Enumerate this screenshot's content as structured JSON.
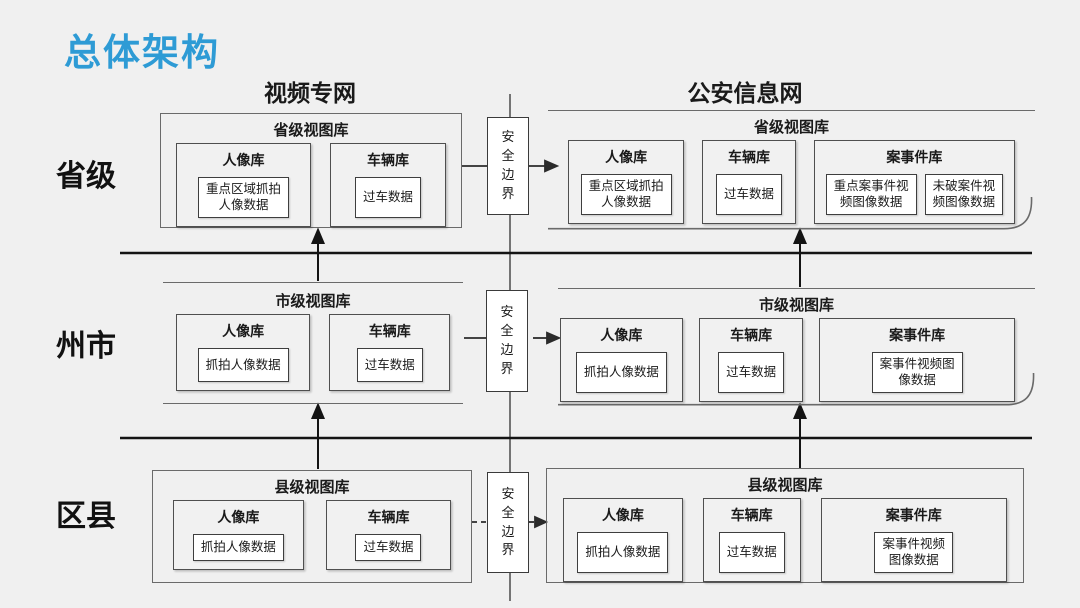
{
  "page": {
    "title": "总体架构"
  },
  "theme": {
    "accent": "#2E9BD5",
    "bg": "#F0F0F0",
    "ink": "#1A1A1A"
  },
  "headers": {
    "video_network": "视频专网",
    "police_network": "公安信息网"
  },
  "security_boundary_label": "安全边界",
  "levels": [
    {
      "row_label": "省级",
      "video_net": {
        "title": "省级视图库",
        "boxes": [
          {
            "title": "人像库",
            "items": [
              {
                "lines": [
                  "重点区域抓拍",
                  "人像数据"
                ]
              }
            ]
          },
          {
            "title": "车辆库",
            "items": [
              {
                "lines": [
                  "过车数据"
                ]
              }
            ]
          }
        ]
      },
      "police_net": {
        "title": "省级视图库",
        "boxes": [
          {
            "title": "人像库",
            "items": [
              {
                "lines": [
                  "重点区域抓拍",
                  "人像数据"
                ]
              }
            ]
          },
          {
            "title": "车辆库",
            "items": [
              {
                "lines": [
                  "过车数据"
                ]
              }
            ]
          },
          {
            "title": "案事件库",
            "items": [
              {
                "lines": [
                  "重点案事件视",
                  "频图像数据"
                ]
              },
              {
                "lines": [
                  "未破案件视",
                  "频图像数据"
                ]
              }
            ]
          }
        ]
      }
    },
    {
      "row_label": "州市",
      "video_net": {
        "title": "市级视图库",
        "boxes": [
          {
            "title": "人像库",
            "items": [
              {
                "lines": [
                  "抓拍人像数据"
                ]
              }
            ]
          },
          {
            "title": "车辆库",
            "items": [
              {
                "lines": [
                  "过车数据"
                ]
              }
            ]
          }
        ]
      },
      "police_net": {
        "title": "市级视图库",
        "boxes": [
          {
            "title": "人像库",
            "items": [
              {
                "lines": [
                  "抓拍人像数据"
                ]
              }
            ]
          },
          {
            "title": "车辆库",
            "items": [
              {
                "lines": [
                  "过车数据"
                ]
              }
            ]
          },
          {
            "title": "案事件库",
            "items": [
              {
                "lines": [
                  "案事件视频图",
                  "像数据"
                ]
              }
            ]
          }
        ]
      }
    },
    {
      "row_label": "区县",
      "video_net": {
        "title": "县级视图库",
        "boxes": [
          {
            "title": "人像库",
            "items": [
              {
                "lines": [
                  "抓拍人像数据"
                ]
              }
            ]
          },
          {
            "title": "车辆库",
            "items": [
              {
                "lines": [
                  "过车数据"
                ]
              }
            ]
          }
        ]
      },
      "police_net": {
        "title": "县级视图库",
        "boxes": [
          {
            "title": "人像库",
            "items": [
              {
                "lines": [
                  "抓拍人像数据"
                ]
              }
            ]
          },
          {
            "title": "车辆库",
            "items": [
              {
                "lines": [
                  "过车数据"
                ]
              }
            ]
          },
          {
            "title": "案事件库",
            "items": [
              {
                "lines": [
                  "案事件视频",
                  "图像数据"
                ]
              }
            ]
          }
        ]
      }
    }
  ]
}
